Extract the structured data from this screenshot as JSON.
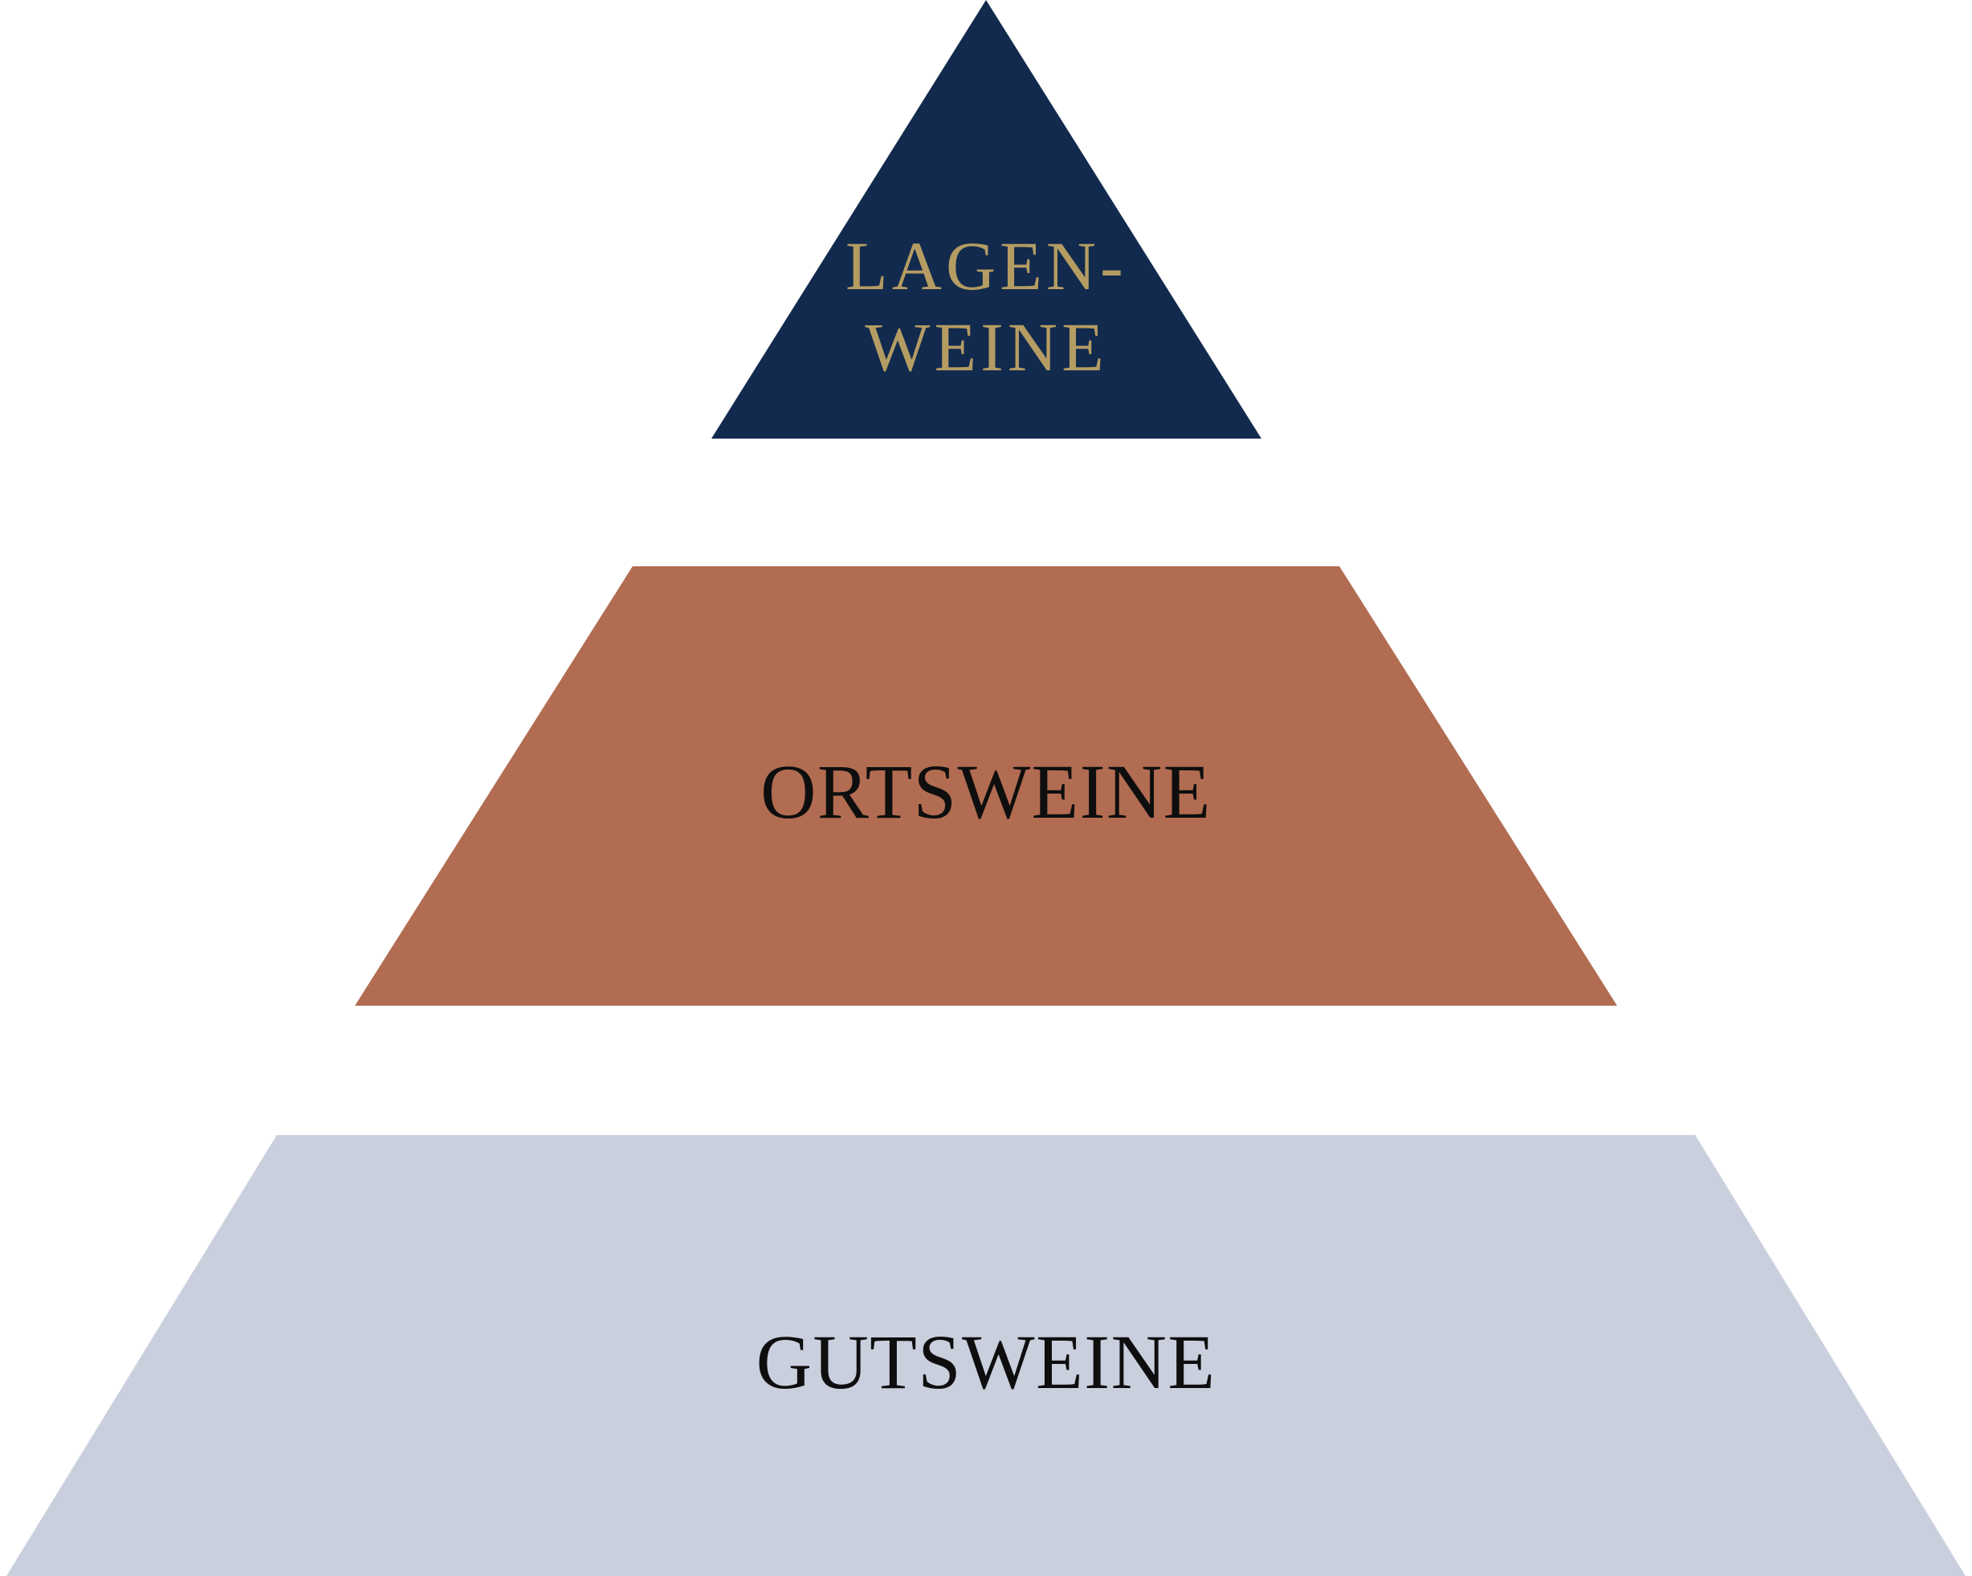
{
  "diagram": {
    "type": "pyramid",
    "subject": "wine-classification-hierarchy",
    "background_color": "#ffffff",
    "tiers": [
      {
        "rank": 1,
        "position": "top",
        "label": "LAGEN-WEINE",
        "lines": [
          "LAGEN-",
          "WEINE"
        ],
        "fill": "#122A4D",
        "text_color": "#B49C63",
        "shape": "triangle"
      },
      {
        "rank": 2,
        "position": "middle",
        "label": "ORTSWEINE",
        "lines": [
          "ORTSWEINE"
        ],
        "fill": "#B16C51",
        "text_color": "#0E0E0E",
        "shape": "trapezoid"
      },
      {
        "rank": 3,
        "position": "bottom",
        "label": "GUTSWEINE",
        "lines": [
          "GUTSWEINE"
        ],
        "fill": "#CACFDE",
        "text_color": "#0E0E0E",
        "shape": "trapezoid"
      }
    ]
  }
}
